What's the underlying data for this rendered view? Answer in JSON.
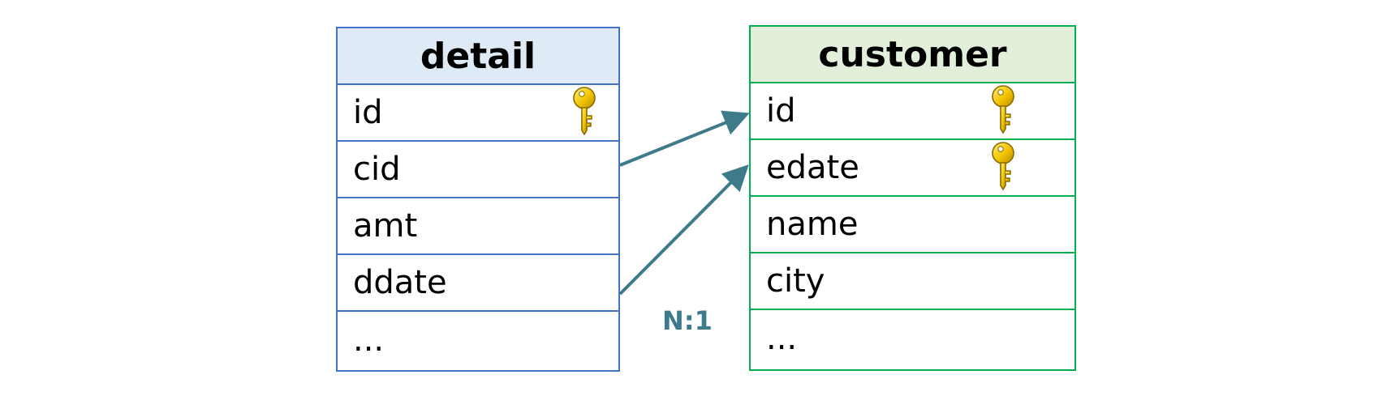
{
  "tables": {
    "detail": {
      "title": "detail",
      "fields": [
        "id",
        "cid",
        "amt",
        "ddate",
        "..."
      ]
    },
    "customer": {
      "title": "customer",
      "fields": [
        "id",
        "edate",
        "name",
        "city",
        "..."
      ]
    }
  },
  "relation": {
    "label": "N:1"
  },
  "icons": {
    "key": "key-icon"
  },
  "colors": {
    "detail_border": "#4472c4",
    "detail_header": "#deebf7",
    "customer_border": "#00b050",
    "customer_header": "#e2efda",
    "link": "#3d7a8a",
    "key": "#f2c200"
  }
}
